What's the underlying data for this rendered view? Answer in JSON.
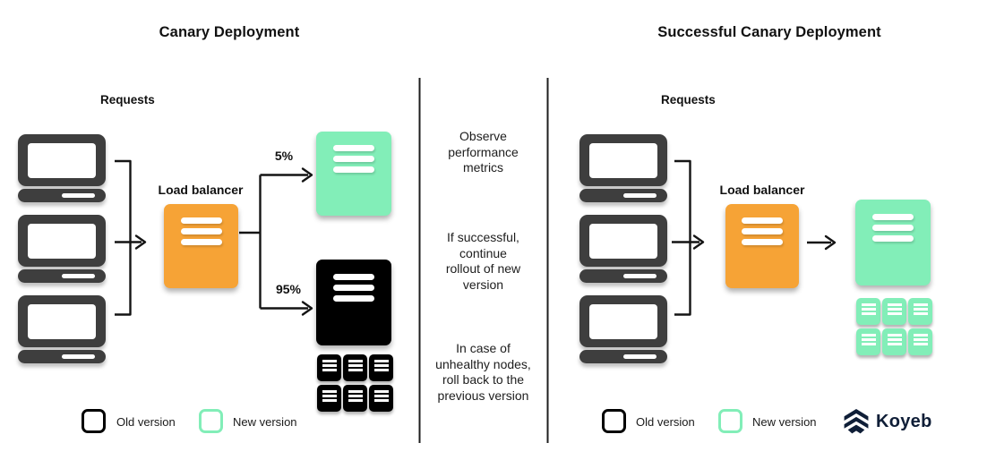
{
  "left_diagram": {
    "title": "Canary Deployment",
    "requests_label": "Requests",
    "load_balancer_label": "Load balancer",
    "canary_traffic_label": "5%",
    "stable_traffic_label": "95%",
    "legend": {
      "old_version": "Old version",
      "new_version": "New version"
    }
  },
  "process_notes": {
    "observe": "Observe\nperformance\nmetrics",
    "continue": "If successful,\ncontinue\nrollout of new\nversion",
    "rollback": "In case of\nunhealthy nodes,\nroll back to the\nprevious version"
  },
  "right_diagram": {
    "title": "Successful Canary Deployment",
    "requests_label": "Requests",
    "load_balancer_label": "Load balancer",
    "legend": {
      "old_version": "Old version",
      "new_version": "New version"
    }
  },
  "branding": {
    "logo_text": "Koyeb"
  },
  "icons": {
    "client": "laptop-icon",
    "load_balancer": "orange-server-icon",
    "new_version_server": "green-server-icon",
    "old_version_server": "black-server-icon",
    "server_cluster": "mini-server-grid-icon",
    "logo": "koyeb-chevrons-icon"
  },
  "colors": {
    "laptop_gray": "#3E3E3E",
    "load_balancer_orange": "#F6A336",
    "new_version_green": "#82EEB8",
    "old_version_black": "#000000",
    "logo_navy": "#0F1E37"
  }
}
